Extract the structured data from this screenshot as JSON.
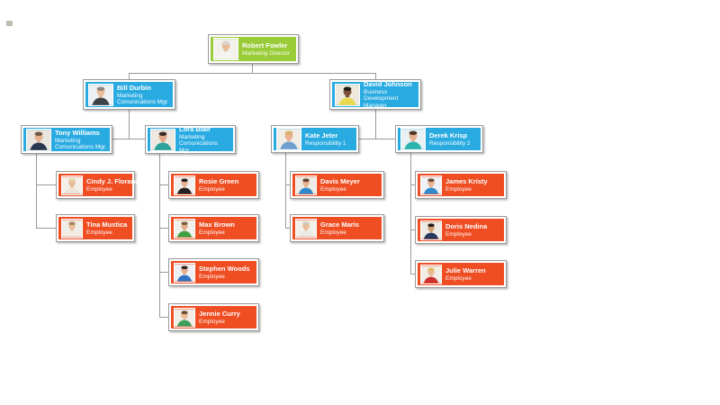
{
  "diagram": {
    "type": "org-chart",
    "colors": {
      "level_director": "#9ACB38",
      "level_manager": "#29ABE2",
      "level_employee": "#EF4E23",
      "box_border": "#9A9A9A",
      "connector": "#999999",
      "text": "#FFFFFF"
    },
    "nodes": {
      "robert": {
        "name": "Robert Fowler",
        "title": "Marketing Director",
        "avatar": {
          "bg": "#f3f1ec",
          "hair": "#d9d5cd",
          "skin": "#e9bb97",
          "shirt": "#f5f4f1"
        }
      },
      "bill": {
        "name": "Bill Durbin",
        "title": "Marketing Comunications Mgr.",
        "avatar": {
          "bg": "#eef1f4",
          "hair": "#8f857a",
          "skin": "#e9bb97",
          "shirt": "#3f4347"
        }
      },
      "david": {
        "name": "David Johnson",
        "title": "Business Development Manager",
        "avatar": {
          "bg": "#efe9dd",
          "hair": "#221c18",
          "skin": "#7a5138",
          "shirt": "#ead94f"
        }
      },
      "tony": {
        "name": "Tony Williams",
        "title": "Marketing Comunications Mgr.",
        "avatar": {
          "bg": "#e9e5df",
          "hair": "#6f5b42",
          "skin": "#e5b08c",
          "shirt": "#2a3650"
        }
      },
      "lora": {
        "name": "Lora Blair",
        "title": "Marketing Comunications Mgr.",
        "avatar": {
          "bg": "#efe8e1",
          "hair": "#3c2b27",
          "skin": "#e2a887",
          "shirt": "#2ba39a"
        }
      },
      "kate": {
        "name": "Kate Jeter",
        "title": "Responsibility 1",
        "avatar": {
          "bg": "#f1ede7",
          "hair": "#d8b069",
          "skin": "#e9b394",
          "shirt": "#6f9fd0"
        }
      },
      "derek": {
        "name": "Derek Krisp",
        "title": "Responsibility 2",
        "avatar": {
          "bg": "#eaf1f2",
          "hair": "#4f3827",
          "skin": "#e6af8e",
          "shirt": "#2bb3ae"
        }
      },
      "cindy": {
        "name": "Cindy J. Florance",
        "title": "Employee",
        "avatar": {
          "bg": "#f4f0e9",
          "hair": "#e6d3a3",
          "skin": "#e9bb97",
          "shirt": "#eae5db"
        }
      },
      "tina": {
        "name": "Tina Mustica",
        "title": "Employee",
        "avatar": {
          "bg": "#f0ede7",
          "hair": "#a8875f",
          "skin": "#e9bb97",
          "shirt": "#f2ece3"
        }
      },
      "rosie": {
        "name": "Rosie Green",
        "title": "Employee",
        "avatar": {
          "bg": "#f2f0ee",
          "hair": "#29221e",
          "skin": "#e7b698",
          "shirt": "#262220"
        }
      },
      "max": {
        "name": "Max Brown",
        "title": "Employee",
        "avatar": {
          "bg": "#eff2ec",
          "hair": "#7c5e3b",
          "skin": "#e6af8e",
          "shirt": "#42a044"
        }
      },
      "stephen": {
        "name": "Stephen Woods",
        "title": "Employee",
        "avatar": {
          "bg": "#eef0f3",
          "hair": "#32281f",
          "skin": "#e6af8e",
          "shirt": "#3173c4"
        }
      },
      "jennie": {
        "name": "Jennie Curry",
        "title": "Employee",
        "avatar": {
          "bg": "#f1ede8",
          "hair": "#6f4b2f",
          "skin": "#e9bb97",
          "shirt": "#3ba15c"
        }
      },
      "davis": {
        "name": "Davis Meyer",
        "title": "Employee",
        "avatar": {
          "bg": "#efece6",
          "hair": "#5f432c",
          "skin": "#e7b28f",
          "shirt": "#3188ca"
        }
      },
      "grace": {
        "name": "Grace Maris",
        "title": "Employee",
        "avatar": {
          "bg": "#f2f0ea",
          "hair": "#cfc9b8",
          "skin": "#e9bb97",
          "shirt": "#eae8e2"
        }
      },
      "james": {
        "name": "James Kristy",
        "title": "Employee",
        "avatar": {
          "bg": "#eef1f5",
          "hair": "#6b4b30",
          "skin": "#e7b28f",
          "shirt": "#3188ca"
        }
      },
      "doris": {
        "name": "Doris Nedina",
        "title": "Employee",
        "avatar": {
          "bg": "#efece7",
          "hair": "#241b17",
          "skin": "#cfa076",
          "shirt": "#27395c"
        }
      },
      "julie": {
        "name": "Julie Warren",
        "title": "Employee",
        "avatar": {
          "bg": "#f1eee8",
          "hair": "#e0bb66",
          "skin": "#e9bb97",
          "shirt": "#cf2f2d"
        }
      }
    },
    "hierarchy": {
      "Robert Fowler": [
        "Bill Durbin",
        "David Johnson"
      ],
      "Bill Durbin": [
        "Tony Williams",
        "Lora Blair"
      ],
      "David Johnson": [
        "Kate Jeter",
        "Derek Krisp"
      ],
      "Tony Williams": [
        "Cindy J. Florance",
        "Tina Mustica"
      ],
      "Lora Blair": [
        "Rosie Green",
        "Max Brown",
        "Stephen Woods",
        "Jennie Curry"
      ],
      "Kate Jeter": [
        "Davis Meyer",
        "Grace Maris"
      ],
      "Derek Krisp": [
        "James Kristy",
        "Doris Nedina",
        "Julie Warren"
      ]
    }
  }
}
